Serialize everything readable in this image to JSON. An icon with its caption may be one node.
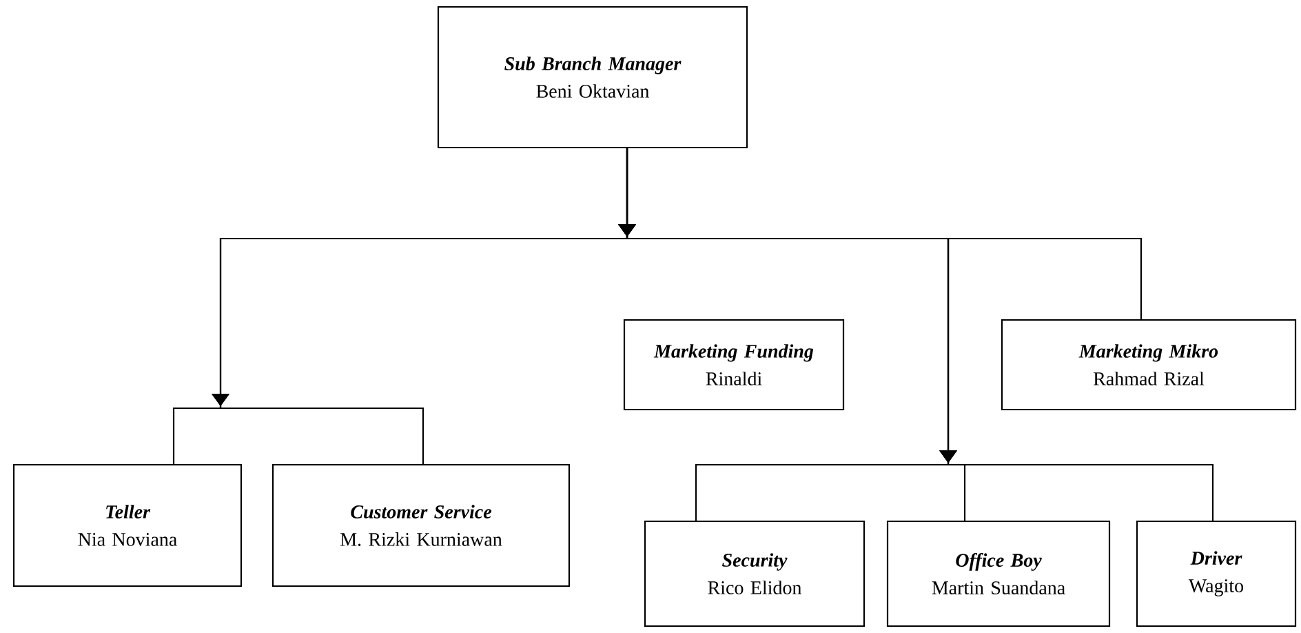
{
  "diagram": {
    "nodes": [
      {
        "text": [
          "Sub Branch Manager",
          "Beni Oktavian"
        ]
      },
      {
        "text": [
          "Marketing Funding",
          "Rinaldi"
        ]
      },
      {
        "text": [
          "Marketing Mikro",
          "Rahmad Rizal"
        ]
      },
      {
        "text": [
          "Teller",
          "Nia Noviana"
        ]
      },
      {
        "text": [
          "Customer Service",
          "M. Rizki Kurniawan"
        ]
      },
      {
        "text": [
          "Security",
          "Rico Elidon"
        ]
      },
      {
        "text": [
          "Office Boy",
          "Martin Suandana"
        ]
      },
      {
        "text": [
          "Driver",
          "Wagito"
        ]
      }
    ],
    "edges": [
      {
        "from": 0,
        "to": 2,
        "arrow": "to"
      },
      {
        "from": 0,
        "to": 3,
        "arrow": "to"
      },
      {
        "from": 0,
        "to": 4,
        "arrow": "to"
      },
      {
        "from": 0,
        "to": 5,
        "arrow": "to"
      },
      {
        "from": 0,
        "to": 6,
        "arrow": "to"
      },
      {
        "from": 0,
        "to": 7,
        "arrow": "to"
      }
    ]
  }
}
